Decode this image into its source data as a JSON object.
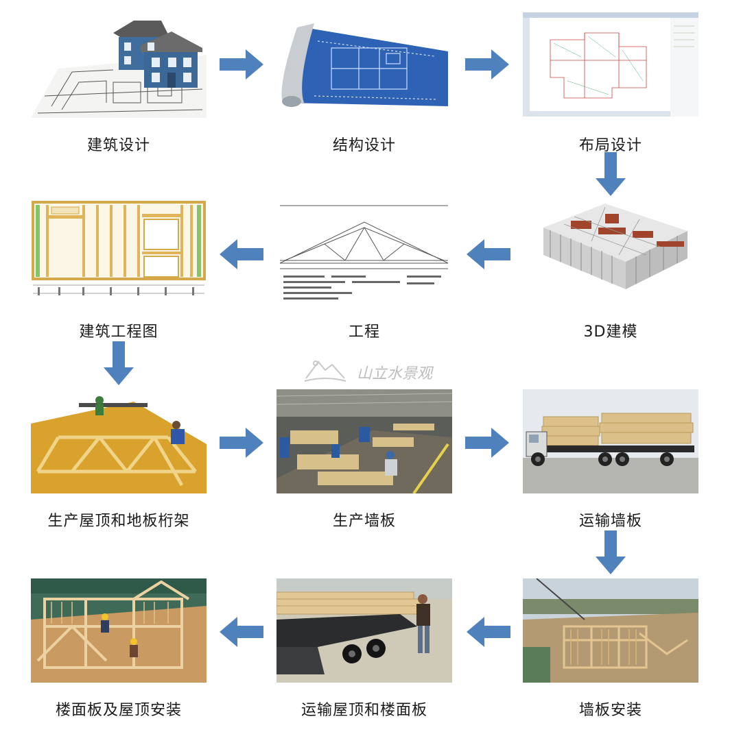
{
  "colors": {
    "arrow": "#4f81bd",
    "caption": "#1a1a1a",
    "background": "#ffffff"
  },
  "steps": [
    {
      "label": "建筑设计",
      "icon": "house-model-on-blueprint-picture"
    },
    {
      "label": "结构设计",
      "icon": "rolled-blueprint-picture"
    },
    {
      "label": "布局设计",
      "icon": "cad-layout-screen-picture"
    },
    {
      "label": "3D建模",
      "icon": "3d-house-frame-model-picture"
    },
    {
      "label": "工程",
      "icon": "truss-engineering-drawing-picture"
    },
    {
      "label": "建筑工程图",
      "icon": "wall-framing-elevation-picture"
    },
    {
      "label": "生产屋顶和地板桁架",
      "icon": "truss-production-table-picture"
    },
    {
      "label": "生产墙板",
      "icon": "wall-panel-factory-picture"
    },
    {
      "label": "运输墙板",
      "icon": "panel-delivery-truck-picture"
    },
    {
      "label": "墙板安装",
      "icon": "wall-panel-installation-site-picture"
    },
    {
      "label": "运输屋顶和楼面板",
      "icon": "truss-trailer-delivery-picture"
    },
    {
      "label": "楼面板及屋顶安装",
      "icon": "floor-and-roof-installation-picture"
    }
  ],
  "watermark": {
    "text": "山立水景观"
  }
}
